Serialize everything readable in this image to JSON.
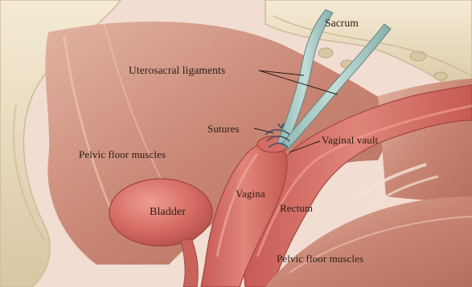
{
  "labels": {
    "sacrum": "Sacrum",
    "uterosacral_ligaments": "Uterosacral ligaments",
    "sutures": "Sutures",
    "vaginal_vault": "Vaginal vault",
    "pelvic_floor_left": "Pelvic floor muscles",
    "bladder": "Bladder",
    "vagina": "Vagina",
    "rectum": "Rectum",
    "pelvic_floor_right": "Pelvic floor muscles"
  },
  "colors": {
    "background": "#f3e3da",
    "muscle": "#c98674",
    "muscle_dark": "#a9604f",
    "bone": "#eee1c6",
    "bone_shadow": "#cdbb98",
    "organ": "#d56c64",
    "organ_highlight": "#e99a8d",
    "ligament": "#a9c9c5",
    "ligament_edge": "#5e8580",
    "suture": "#3d4f6b",
    "leader_line": "#2a1c16"
  }
}
